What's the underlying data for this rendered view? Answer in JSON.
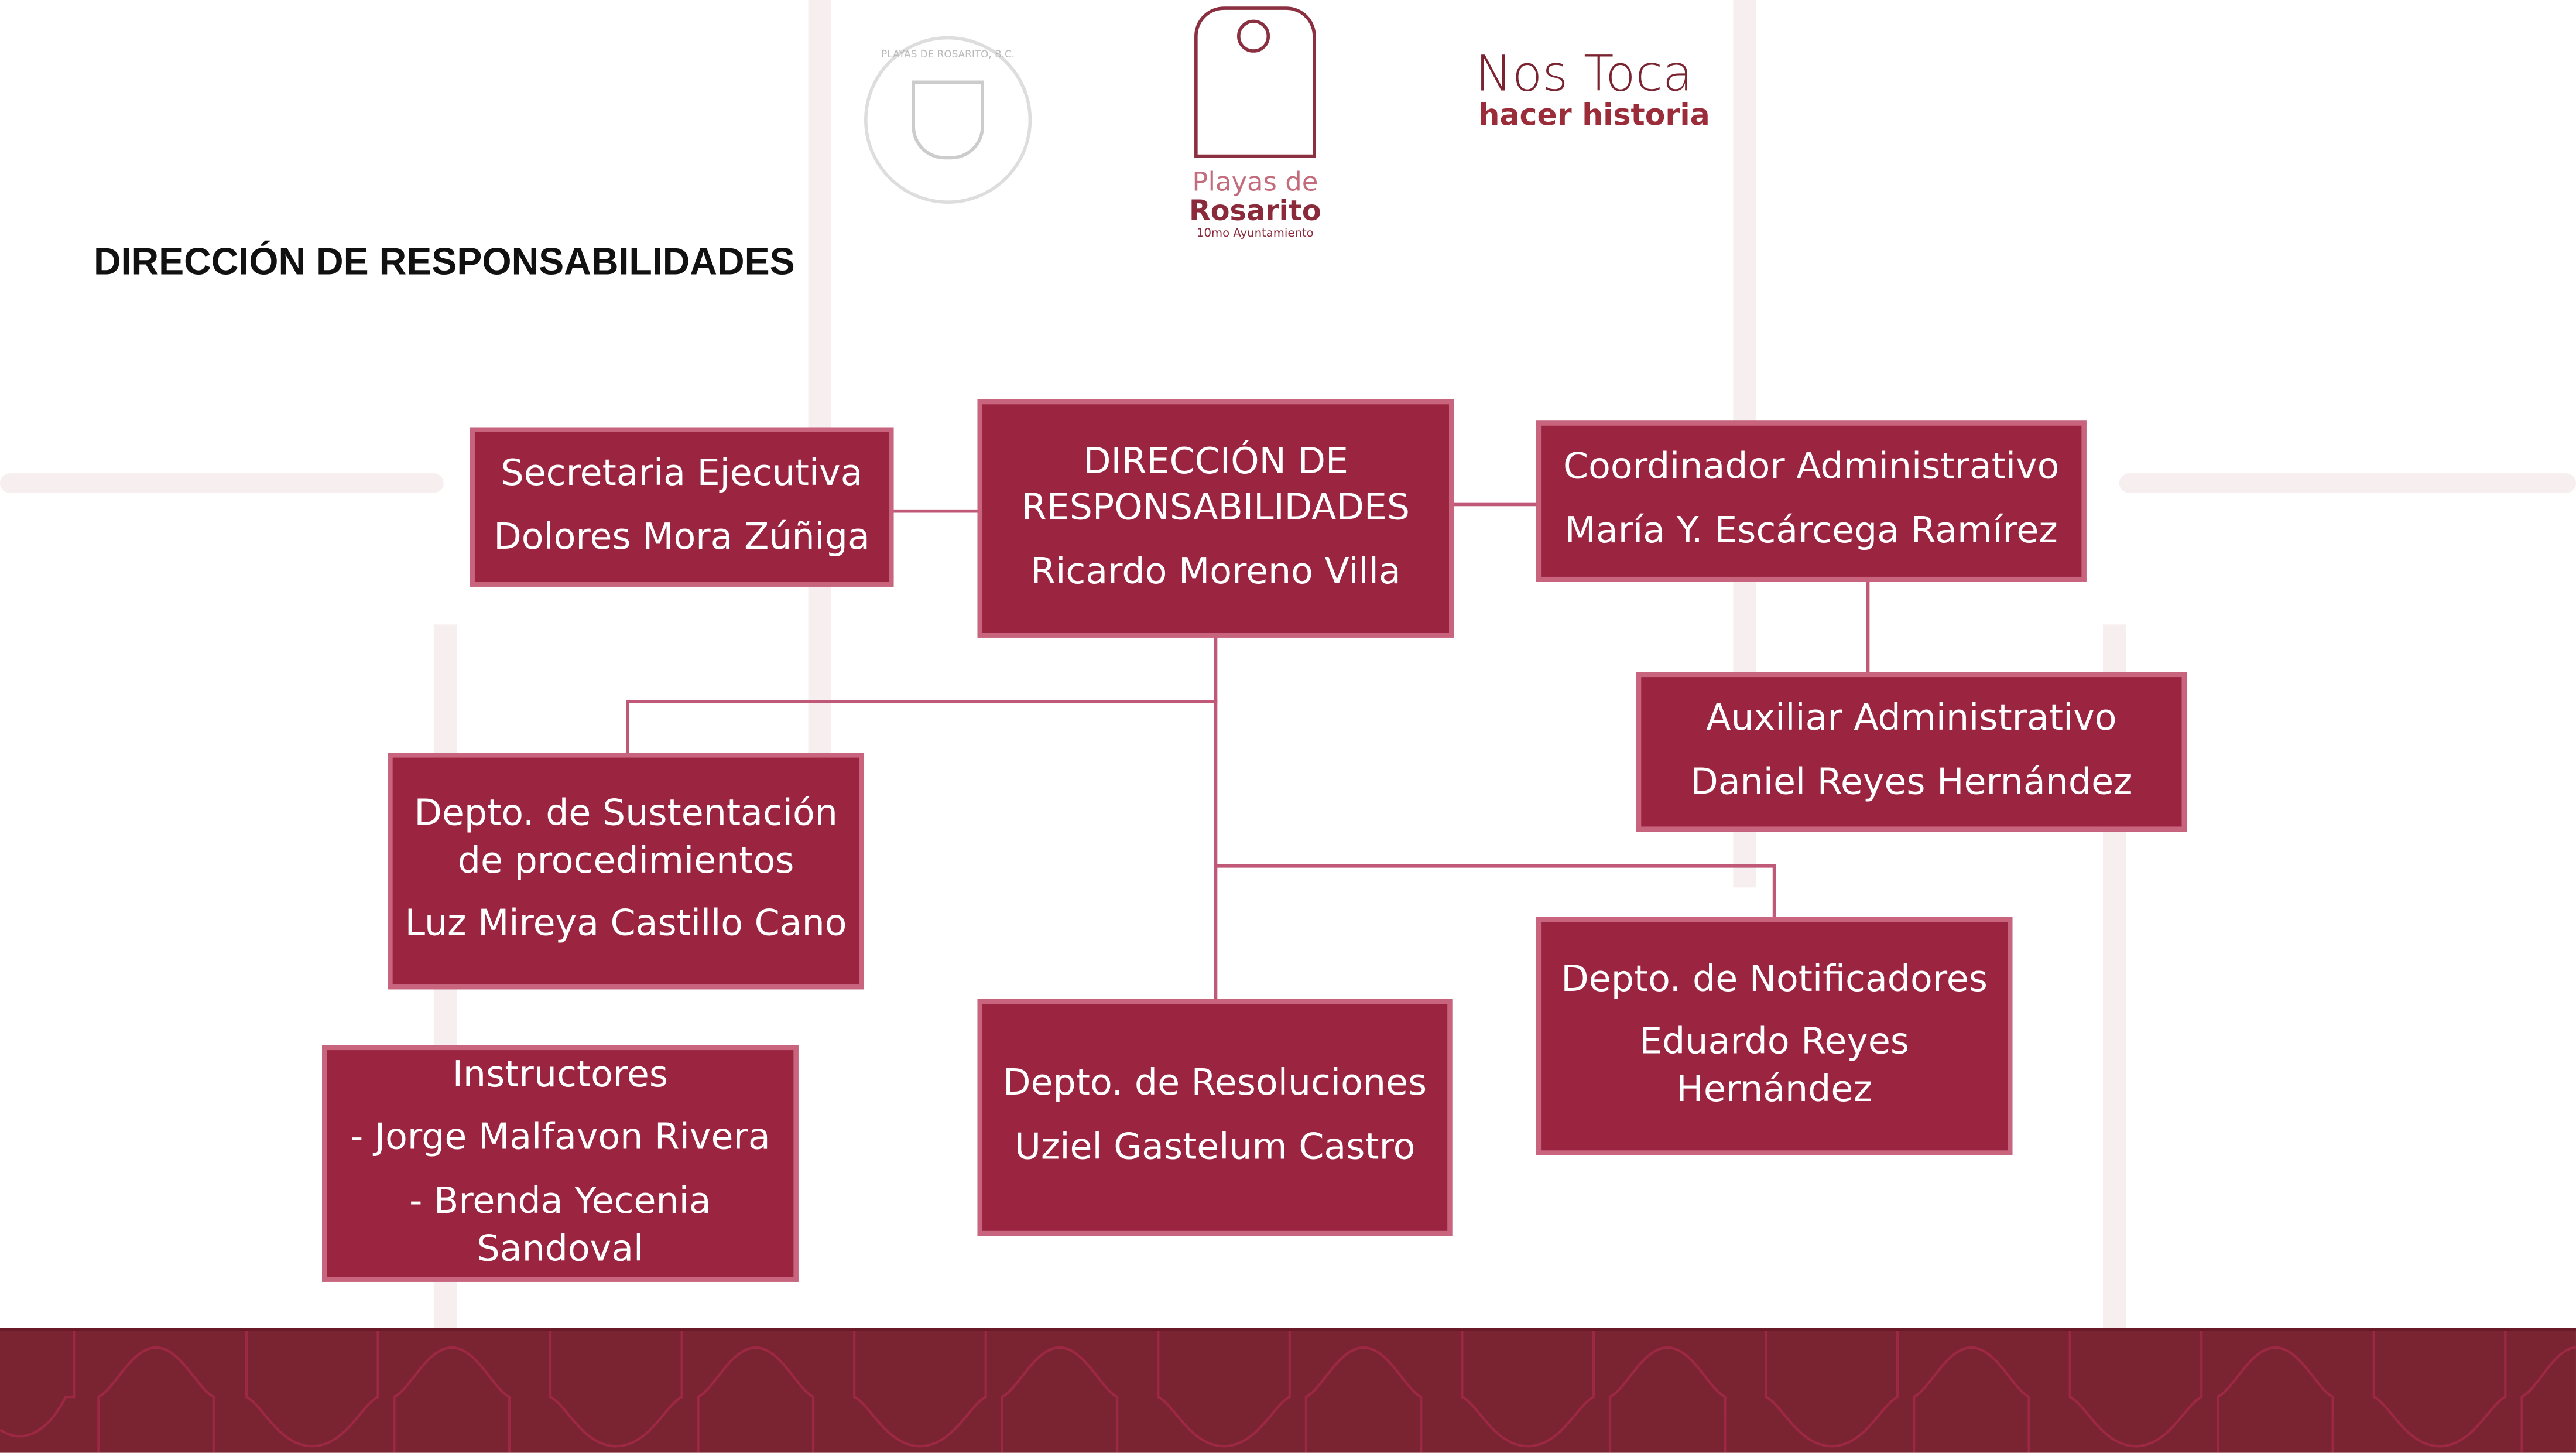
{
  "title": "DIRECCIÓN DE RESPONSABILIDADES",
  "logos": {
    "seal_text": "PLAYAS DE ROSARITO, B.C.",
    "city_line1": "Playas de",
    "city_line2": "Rosarito",
    "city_line3": "10mo Ayuntamiento",
    "slogan1": "Nos Toca",
    "slogan2": "hacer historia"
  },
  "colors": {
    "box": "#9b2440",
    "border": "#c8647e",
    "band": "#7a2431"
  },
  "org": {
    "director": {
      "title": "DIRECCIÓN DE RESPONSABILIDADES",
      "name": "Ricardo Moreno Villa"
    },
    "secretaria": {
      "title": "Secretaria Ejecutiva",
      "name": "Dolores Mora Zúñiga"
    },
    "coordinador": {
      "title": "Coordinador Administrativo",
      "name": "María Y. Escárcega Ramírez"
    },
    "auxiliar": {
      "title": "Auxiliar Administrativo",
      "name": "Daniel Reyes Hernández"
    },
    "sustentacion": {
      "title": "Depto. de Sustentación de procedimientos",
      "name": "Luz Mireya Castillo Cano"
    },
    "instructores": {
      "title": "Instructores",
      "m1": "- Jorge Malfavon Rivera",
      "m2": "- Brenda Yecenia Sandoval"
    },
    "resoluciones": {
      "title": "Depto. de Resoluciones",
      "name": "Uziel Gastelum Castro"
    },
    "notificadores": {
      "title": "Depto. de Notificadores",
      "name": "Eduardo Reyes Hernández"
    }
  }
}
